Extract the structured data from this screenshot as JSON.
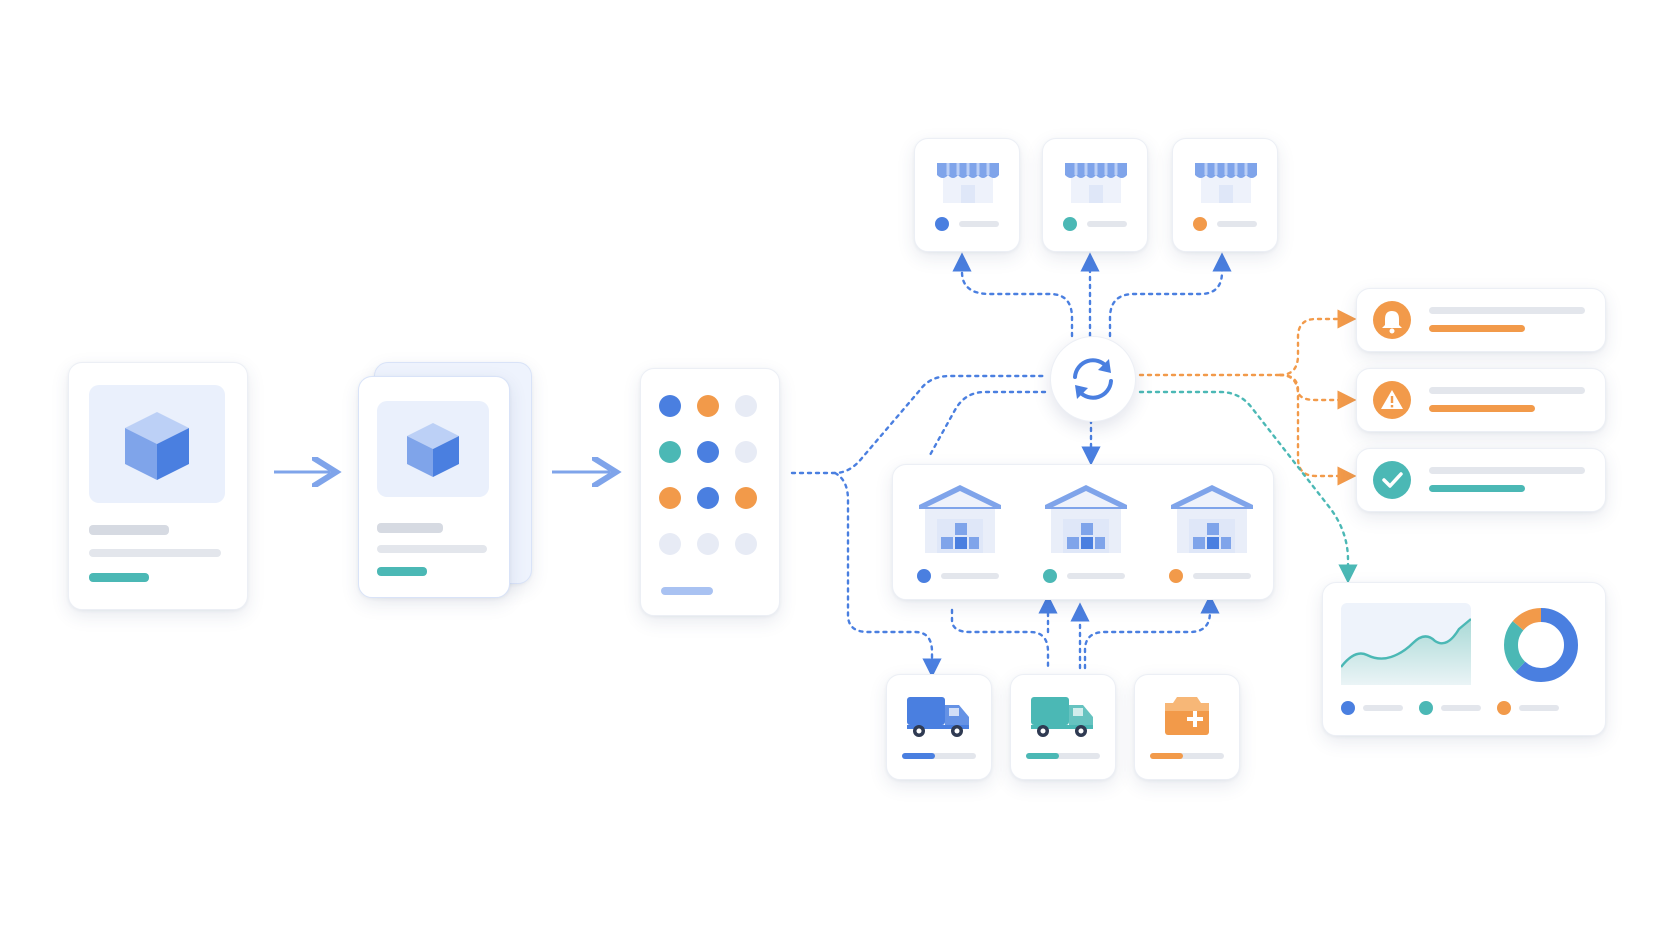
{
  "colors": {
    "blue": "#4a7fe0",
    "light_blue": "#a9c2f2",
    "orange": "#f29a4a",
    "teal": "#4bb8b5",
    "gray": "#dde1e8",
    "pale": "#e7ebf5",
    "background": "#ffffff"
  },
  "pipeline": {
    "source_card": {
      "icon": "cube-icon"
    },
    "stacked_card": {
      "icon": "cube-icon"
    },
    "palette_card": {
      "icon": "color-dot-grid",
      "dots": [
        "blue",
        "orange",
        "pale",
        "teal",
        "blue",
        "pale",
        "orange",
        "blue",
        "orange",
        "pale",
        "pale",
        "pale"
      ]
    }
  },
  "hub": {
    "icon": "sync-icon"
  },
  "stores": [
    {
      "icon": "storefront-icon",
      "status": "blue"
    },
    {
      "icon": "storefront-icon",
      "status": "teal"
    },
    {
      "icon": "storefront-icon",
      "status": "orange"
    }
  ],
  "warehouses": [
    {
      "icon": "warehouse-icon",
      "status": "blue"
    },
    {
      "icon": "warehouse-icon",
      "status": "teal"
    },
    {
      "icon": "warehouse-icon",
      "status": "orange"
    }
  ],
  "deliveries": [
    {
      "icon": "truck-icon",
      "color": "blue",
      "progress": 0.45
    },
    {
      "icon": "truck-icon",
      "color": "teal",
      "progress": 0.45
    },
    {
      "icon": "medical-box-icon",
      "color": "orange",
      "progress": 0.45
    }
  ],
  "alerts": [
    {
      "icon": "bell-icon",
      "color": "orange"
    },
    {
      "icon": "warning-icon",
      "color": "orange"
    },
    {
      "icon": "check-icon",
      "color": "teal"
    }
  ],
  "analytics": {
    "area_chart_icon": "area-chart-icon",
    "donut_icon": "donut-chart-icon",
    "donut_shares": [
      0.62,
      0.24,
      0.14
    ],
    "legend_colors": [
      "blue",
      "teal",
      "orange"
    ]
  }
}
